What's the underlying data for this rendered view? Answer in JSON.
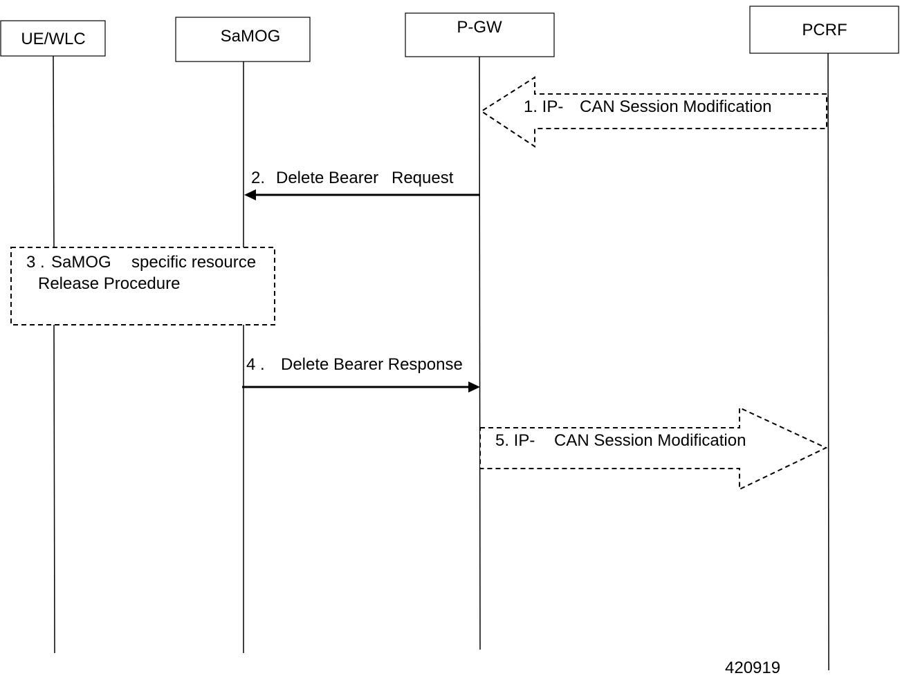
{
  "entities": [
    {
      "id": "ue",
      "label": "UE/WLC"
    },
    {
      "id": "samog",
      "label": "SaMOG"
    },
    {
      "id": "pgw",
      "label": "P-GW"
    },
    {
      "id": "pcrf",
      "label": "PCRF"
    }
  ],
  "steps": {
    "s1": {
      "number": "1. IP-",
      "text": "CAN Session Modification"
    },
    "s2": {
      "number": "2.",
      "text": "Delete Bearer",
      "text2": "Request"
    },
    "s3": {
      "number": "3 .",
      "text": "SaMOG",
      "text2": "specific resource",
      "line2": "Release Procedure"
    },
    "s4": {
      "number": "4 .",
      "text": "Delete Bearer Response"
    },
    "s5": {
      "number": "5. IP-",
      "text": "CAN Session Modification"
    }
  },
  "figure_id": "420919"
}
